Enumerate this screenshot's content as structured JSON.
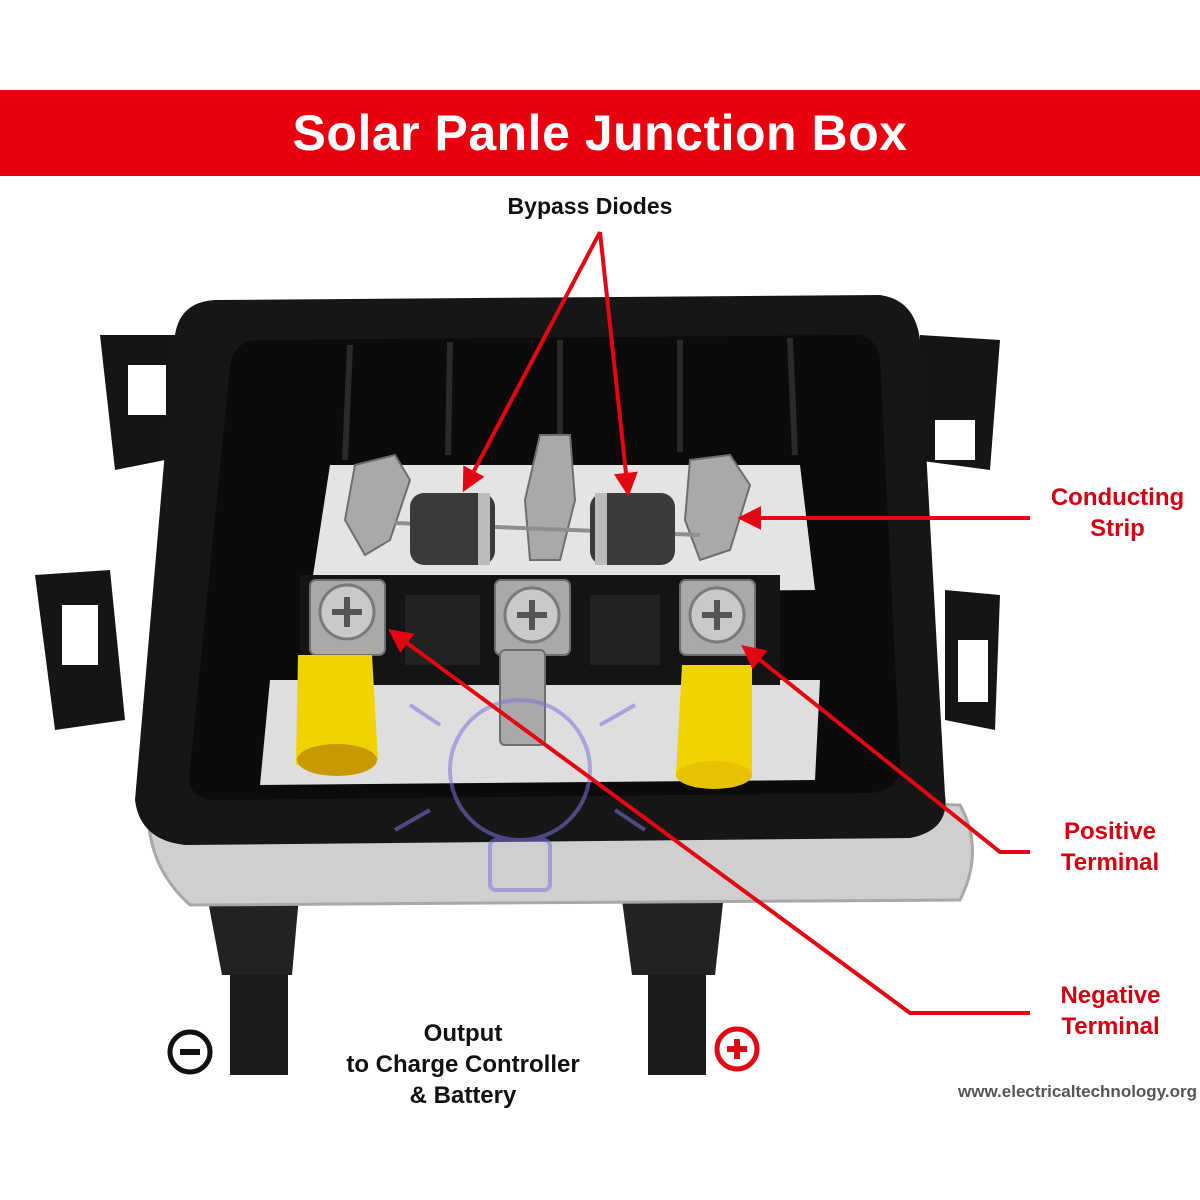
{
  "title": "Solar Panle Junction Box",
  "labels": {
    "bypass_diodes": "Bypass Diodes",
    "conducting_strip": [
      "Conducting",
      "Strip"
    ],
    "positive_terminal": [
      "Positive",
      "Terminal"
    ],
    "negative_terminal": [
      "Negative",
      "Terminal"
    ],
    "output": [
      "Output",
      "to Charge Controller",
      "& Battery"
    ],
    "website": "www.electricaltechnology.org"
  },
  "symbols": {
    "negative": "minus-circle-icon",
    "positive": "plus-circle-icon"
  },
  "colors": {
    "banner": "#e8000e",
    "label_red": "#d5000f",
    "arrow": "#e30613",
    "label_black": "#111111"
  }
}
